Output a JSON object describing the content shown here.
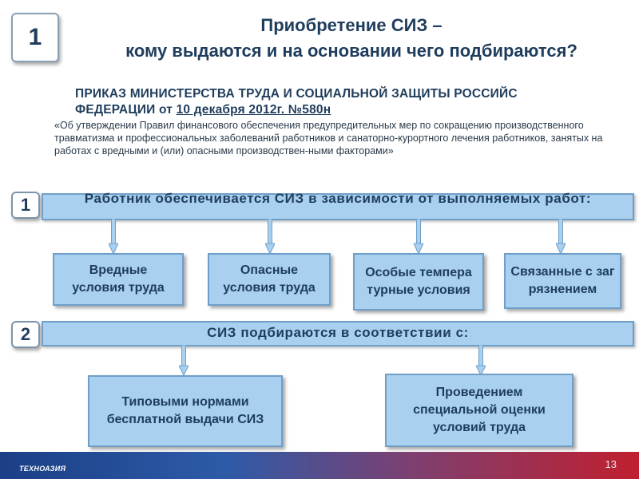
{
  "slide_number_badge": "1",
  "title": {
    "line1": "Приобретение СИЗ –",
    "line2": "кому выдаются и на основании чего подбираются?"
  },
  "order": {
    "line1": "ПРИКАЗ МИНИСТЕРСТВА ТРУДА И СОЦИАЛЬНОЙ ЗАЩИТЫ РОССИЙС",
    "line2_prefix": "ФЕДЕРАЦИИ от ",
    "line2_link": "10 декабря 2012г. №580н",
    "description": "«Об утверждении Правил финансового обеспечения предупредительных мер по сокращению производственного травматизма и профессиональных заболеваний работников и санаторно-курортного лечения работников, занятых на работах с вредными и (или) опасными производствен-ными факторами»"
  },
  "steps": [
    {
      "badge": "1",
      "heading": "Работник обеспечивается СИЗ в зависимости от выполняемых работ:",
      "boxes": [
        "Вредные условия труда",
        "Опасные условия труда",
        "Особые температурные условия",
        "Связанные с загрязнением"
      ]
    },
    {
      "badge": "2",
      "heading": "СИЗ подбираются в соответствии с:",
      "boxes": [
        "Типовыми нормами бесплатной выдачи СИЗ",
        "Проведением специальной оценки условий труда"
      ]
    }
  ],
  "footer": {
    "logo": "ТЕХНОАЗИЯ",
    "page_number": "13"
  },
  "colors": {
    "title_text": "#1f3d5c",
    "box_fill": "#a9d0ef",
    "box_border": "#6f9fc8",
    "footer_left": "#1b3f86",
    "footer_right": "#c01f2f"
  }
}
